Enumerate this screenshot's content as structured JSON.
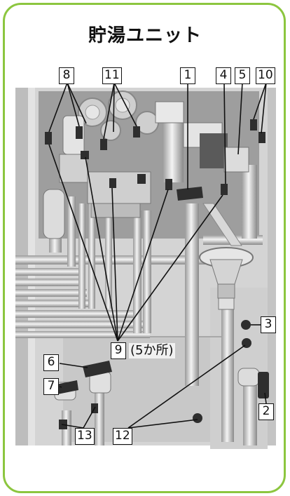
{
  "title": "貯湯ユニット",
  "labels": {
    "l1": "1",
    "l2": "2",
    "l3": "3",
    "l4": "4",
    "l5": "5",
    "l6": "6",
    "l7": "7",
    "l8": "8",
    "l9": "9",
    "l10": "10",
    "l11": "11",
    "l12": "12",
    "l13": "13"
  },
  "note": "(5か所)",
  "colors": {
    "frame": "#8cc63f",
    "pipe": "#e8e8e8",
    "cabinet": "#d9d9d9",
    "valve": "#333333"
  }
}
